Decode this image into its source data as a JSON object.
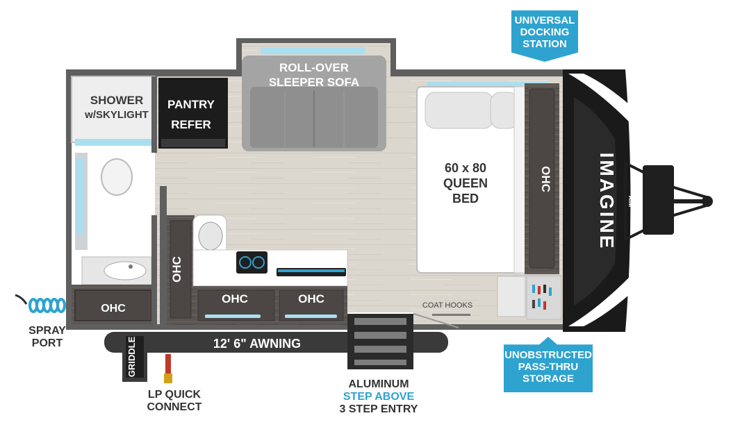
{
  "labels": {
    "shower_line1": "SHOWER",
    "shower_line2": "w/SKYLIGHT",
    "pantry_line1": "PANTRY",
    "pantry_line2": "REFER",
    "sofa_line1": "ROLL-OVER",
    "sofa_line2": "SLEEPER SOFA",
    "bed_line1": "60 x 80",
    "bed_line2": "QUEEN",
    "bed_line3": "BED",
    "ohc": "OHC",
    "coat_hooks": "COAT HOOKS",
    "awning": "12' 6\" AWNING",
    "griddle": "GRIDDLE",
    "brand": "IMAGINE",
    "brand_sub": "AIM"
  },
  "callouts": {
    "docking_line1": "UNIVERSAL",
    "docking_line2": "DOCKING",
    "docking_line3": "STATION",
    "storage_line1": "UNOBSTRUCTED",
    "storage_line2": "PASS-THRU",
    "storage_line3": "STORAGE"
  },
  "exterior": {
    "spray_line1": "SPRAY",
    "spray_line2": "PORT",
    "lp_line1": "LP QUICK",
    "lp_line2": "CONNECT",
    "entry_line1": "ALUMINUM",
    "entry_line2": "STEP ABOVE",
    "entry_line3": "3 STEP ENTRY"
  },
  "colors": {
    "accent_blue": "#2ea3cf",
    "wall": "#5e5e5e",
    "floor": "#d9d4cb",
    "cabinet": "#5a5450"
  }
}
